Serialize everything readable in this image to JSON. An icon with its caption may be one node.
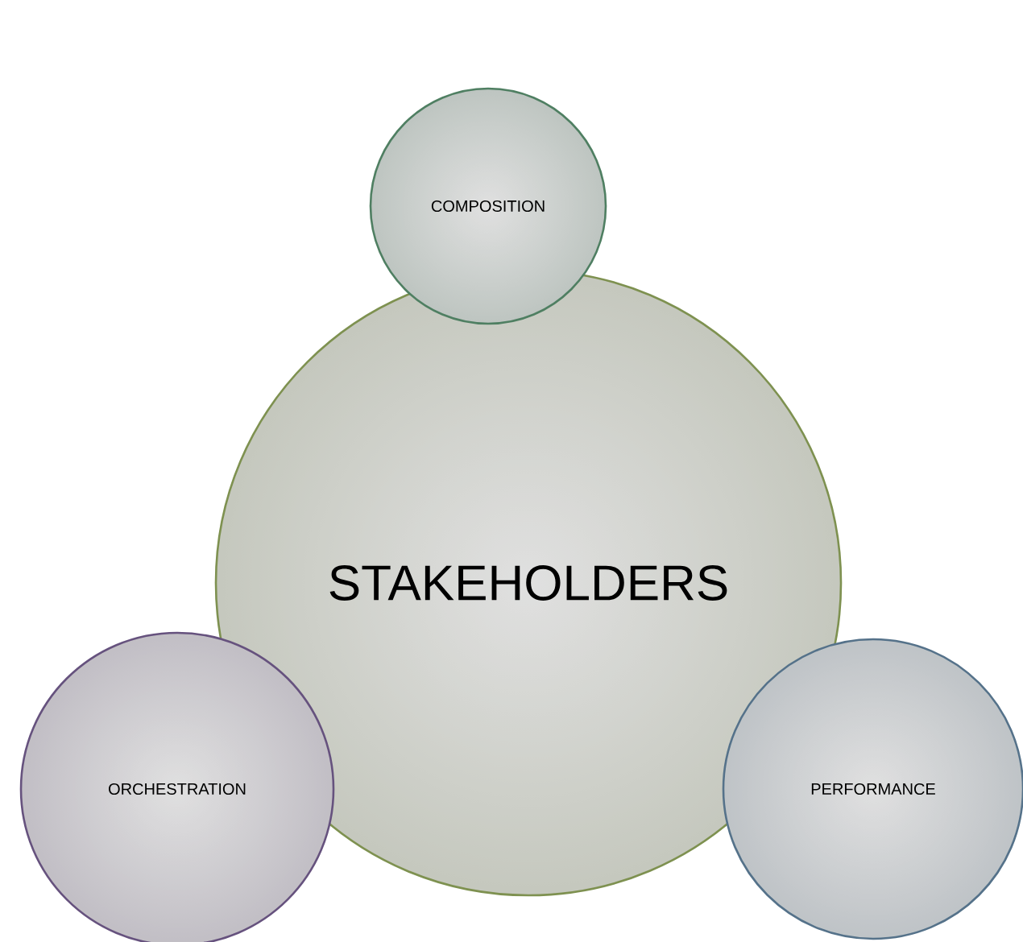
{
  "diagram": {
    "nodes": [
      {
        "text": [
          "STAKEHOLDERS"
        ]
      },
      {
        "text": [
          "COMPOSITION"
        ]
      },
      {
        "text": [
          "ORCHESTRATION"
        ]
      },
      {
        "text": [
          "PERFORMANCE"
        ]
      }
    ]
  }
}
